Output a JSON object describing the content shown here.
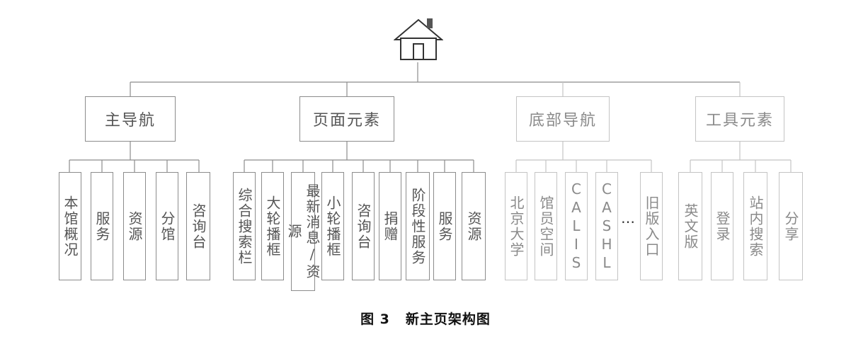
{
  "caption": {
    "figure_number": "图 3",
    "title": "新主页架构图"
  },
  "root": {
    "icon": "house-icon"
  },
  "categories": [
    {
      "label": "主导航",
      "children": [
        "本馆概况",
        "服务",
        "资源",
        "分馆",
        "咨询台"
      ]
    },
    {
      "label": "页面元素",
      "children": [
        "综合搜索栏",
        "大轮播框",
        "最新消息/资源",
        "小轮播框",
        "咨询台",
        "捐赠",
        "阶段性服务",
        "服务",
        "资源"
      ]
    },
    {
      "label": "底部导航",
      "children": [
        "北京大学",
        "馆员空间",
        "CALIS",
        "CASHL",
        "…",
        "旧版入口"
      ]
    },
    {
      "label": "工具元素",
      "children": [
        "英文版",
        "登录",
        "站内搜索",
        "分享"
      ]
    }
  ]
}
